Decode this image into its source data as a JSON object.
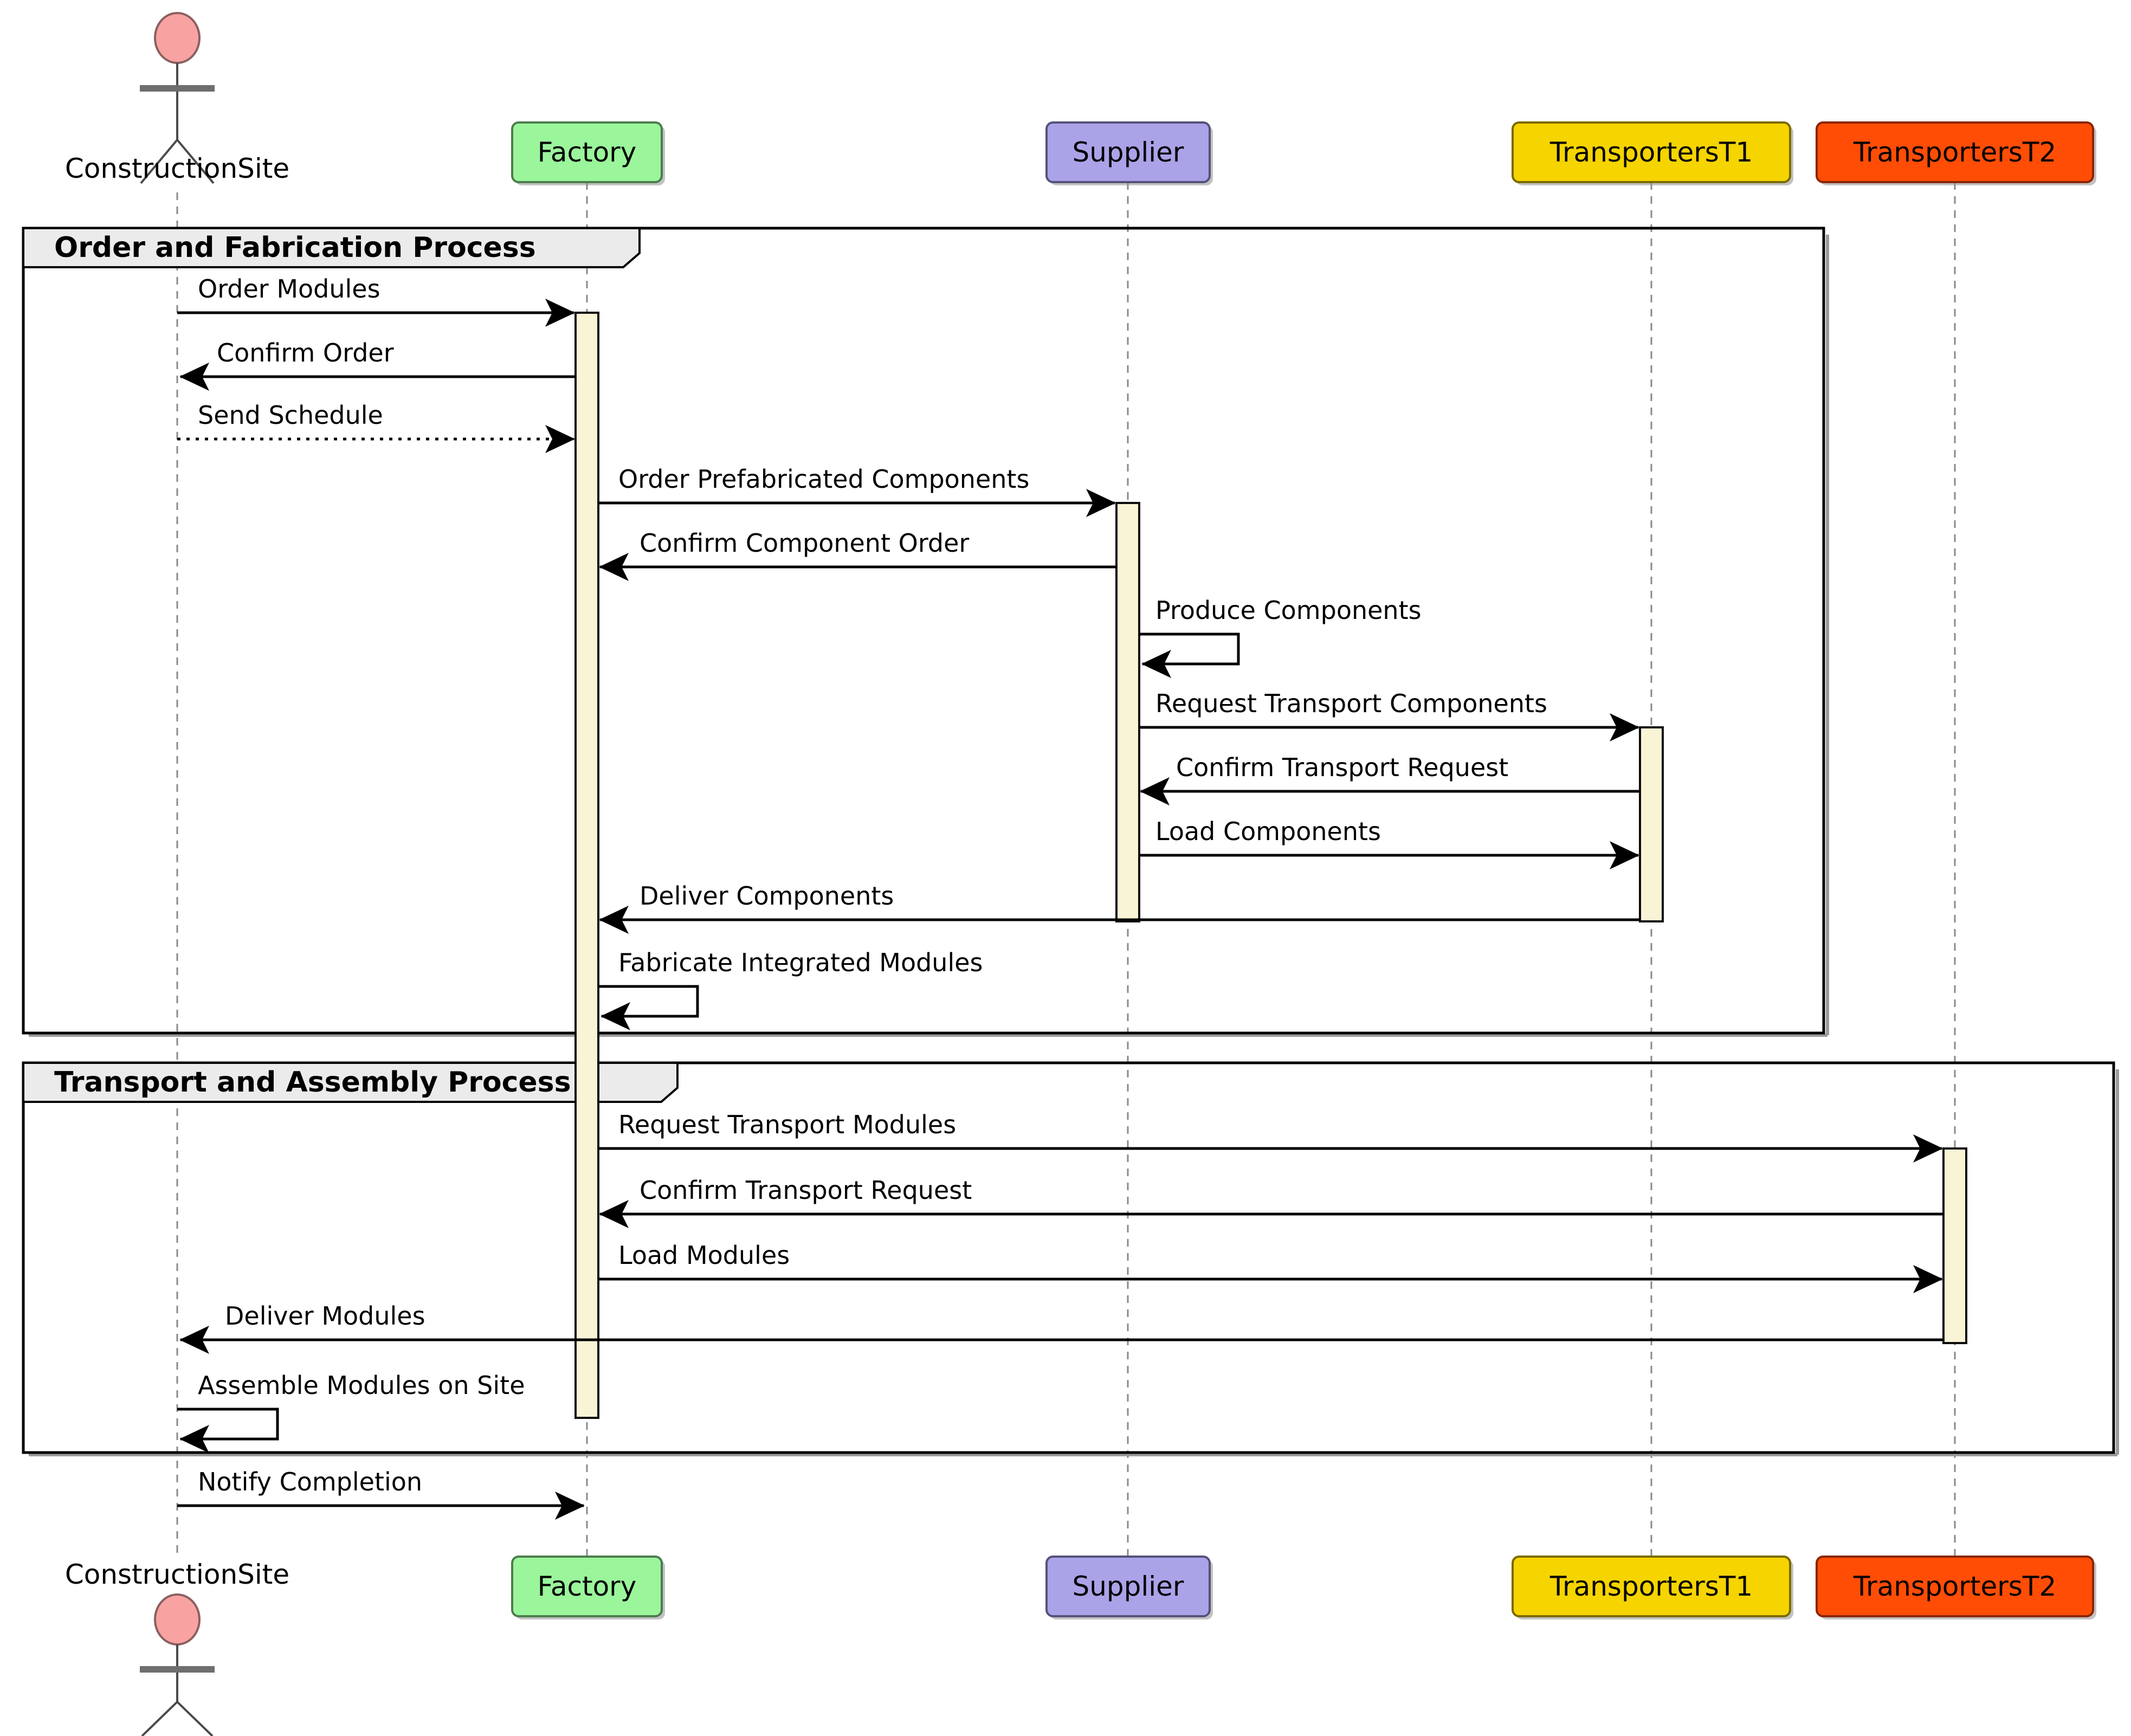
{
  "diagram_type": "uml-sequence-diagram",
  "participants": [
    {
      "label": "ConstructionSite",
      "type": "actor",
      "color": "#F9A2A2"
    },
    {
      "label": "Factory",
      "type": "participant",
      "color": "#9BF59B"
    },
    {
      "label": "Supplier",
      "type": "participant",
      "color": "#ABA3E8"
    },
    {
      "label": "TransportersT1",
      "type": "participant",
      "color": "#F5D400"
    },
    {
      "label": "TransportersT2",
      "type": "participant",
      "color": "#FF4D06"
    }
  ],
  "frames": [
    {
      "title": "Order and Fabrication Process"
    },
    {
      "title": "Transport and Assembly Process"
    }
  ],
  "messages": [
    {
      "label": "Order Modules",
      "from": "ConstructionSite",
      "to": "Factory",
      "style": "solid"
    },
    {
      "label": "Confirm Order",
      "from": "Factory",
      "to": "ConstructionSite",
      "style": "solid"
    },
    {
      "label": "Send Schedule",
      "from": "ConstructionSite",
      "to": "Factory",
      "style": "dotted"
    },
    {
      "label": "Order Prefabricated Components",
      "from": "Factory",
      "to": "Supplier",
      "style": "solid"
    },
    {
      "label": "Confirm Component Order",
      "from": "Supplier",
      "to": "Factory",
      "style": "solid"
    },
    {
      "label": "Produce Components",
      "from": "Supplier",
      "to": "Supplier",
      "style": "self"
    },
    {
      "label": "Request Transport Components",
      "from": "Supplier",
      "to": "TransportersT1",
      "style": "solid"
    },
    {
      "label": "Confirm Transport Request",
      "from": "TransportersT1",
      "to": "Supplier",
      "style": "solid"
    },
    {
      "label": "Load Components",
      "from": "Supplier",
      "to": "TransportersT1",
      "style": "solid"
    },
    {
      "label": "Deliver Components",
      "from": "TransportersT1",
      "to": "Factory",
      "style": "solid"
    },
    {
      "label": "Fabricate Integrated Modules",
      "from": "Factory",
      "to": "Factory",
      "style": "self"
    },
    {
      "label": "Request Transport Modules",
      "from": "Factory",
      "to": "TransportersT2",
      "style": "solid"
    },
    {
      "label": "Confirm Transport Request",
      "from": "TransportersT2",
      "to": "Factory",
      "style": "solid"
    },
    {
      "label": "Load Modules",
      "from": "Factory",
      "to": "TransportersT2",
      "style": "solid"
    },
    {
      "label": "Deliver Modules",
      "from": "TransportersT2",
      "to": "ConstructionSite",
      "style": "solid"
    },
    {
      "label": "Assemble Modules on Site",
      "from": "ConstructionSite",
      "to": "ConstructionSite",
      "style": "self"
    },
    {
      "label": "Notify Completion",
      "from": "ConstructionSite",
      "to": "Factory",
      "style": "solid"
    }
  ],
  "colors": {
    "activation": "#FAF4D7",
    "frame_tab": "#EBEBEB",
    "lifeline": "#8A8A8A",
    "arrow": "#000000"
  }
}
